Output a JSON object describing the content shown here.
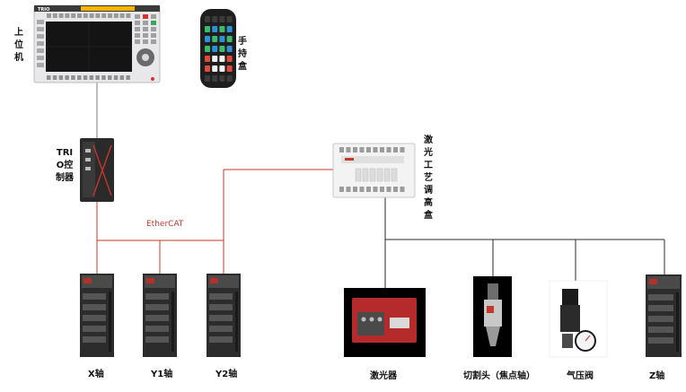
{
  "host": {
    "label": "上位机",
    "title_bar": "TRIO",
    "colors": {
      "frame": "#e8e8ea",
      "screen": "#141414",
      "title": "#3a3a3a",
      "accent": "#f5b400",
      "button_red": "#d8322a",
      "button_green": "#3aa757"
    }
  },
  "pendant": {
    "label": "手持盒",
    "colors": {
      "body": "#1e1e1e",
      "key_green": "#3dbb6a",
      "key_blue": "#2f8fd8",
      "key_red": "#e04a3a",
      "key_white": "#f2f2f2",
      "key_dark": "#3b3b3b"
    }
  },
  "controller": {
    "label": "TRIO控制器",
    "colors": {
      "body": "#2a2a2a",
      "accent": "#c0392b"
    }
  },
  "process_box": {
    "label": "激光工艺调高盒",
    "colors": {
      "body": "#f3f3f3",
      "edge": "#c8c8c8"
    }
  },
  "bus": {
    "label": "EtherCAT",
    "color": "#c0392b"
  },
  "wire_color": "#2b2b2b",
  "drives": [
    {
      "label": "X轴"
    },
    {
      "label": "Y1轴"
    },
    {
      "label": "Y2轴"
    }
  ],
  "devices": [
    {
      "label": "激光器",
      "kind": "laser"
    },
    {
      "label": "切割头（焦点轴）",
      "kind": "head"
    },
    {
      "label": "气压阀",
      "kind": "valve"
    },
    {
      "label": "Z轴",
      "kind": "drive"
    }
  ],
  "drive_colors": {
    "body": "#2c2c2c",
    "face": "#4a4a4a",
    "accent": "#b3312a"
  },
  "laser_colors": {
    "body": "#b52a2a",
    "panel": "#4a4a4a"
  },
  "valve_colors": {
    "body": "#1a1a1a",
    "gauge": "#f4f4f4"
  }
}
